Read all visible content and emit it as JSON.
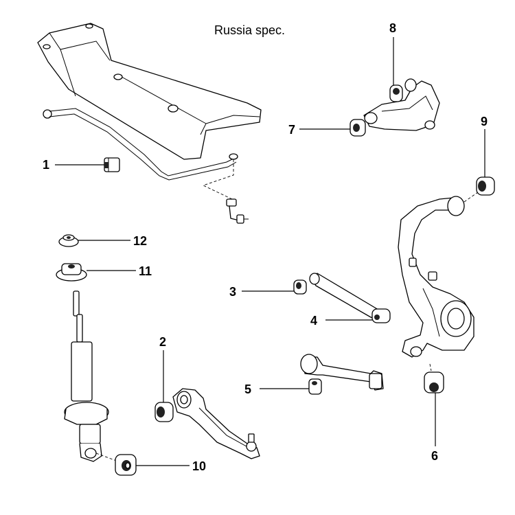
{
  "diagram": {
    "note": "Russia spec.",
    "callouts": {
      "c1": "1",
      "c2": "2",
      "c3": "3",
      "c4": "4",
      "c5": "5",
      "c6": "6",
      "c7": "7",
      "c8": "8",
      "c9": "9",
      "c10": "10",
      "c11": "11",
      "c12": "12"
    }
  }
}
